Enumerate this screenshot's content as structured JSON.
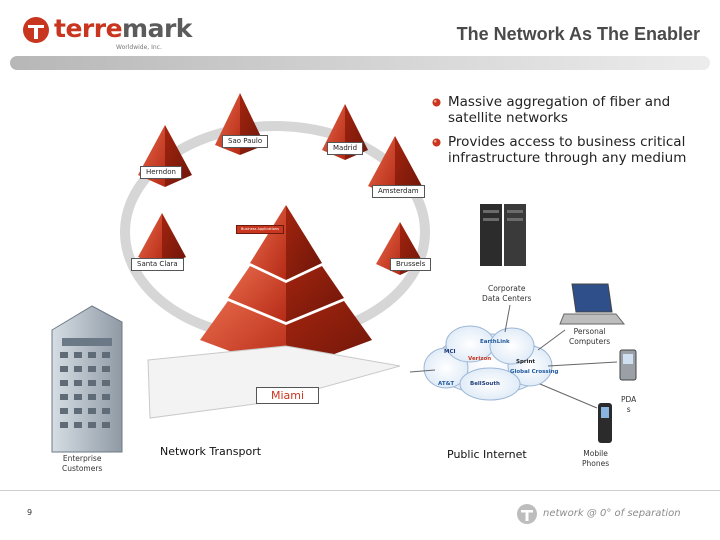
{
  "header": {
    "logo_text_red": "terre",
    "logo_text_grey": "mark",
    "logo_sub": "Worldwide, Inc.",
    "title": "The Network As The Enabler"
  },
  "bullets": [
    {
      "text": "Massive aggregation of fiber and satellite networks"
    },
    {
      "text": "Provides access to business critical infrastructure through any medium"
    }
  ],
  "diagram": {
    "cities": {
      "sao_paulo": "Sao Paulo",
      "madrid": "Madrid",
      "herndon": "Herndon",
      "amsterdam": "Amsterdam",
      "santa_clara": "Santa Clara",
      "brussels": "Brussels",
      "miami": "Miami"
    },
    "center_tag": "Business Applications",
    "nodes": {
      "corporate_data_centers": "Corporate\nData Centers",
      "personal_computers": "Personal\nComputers",
      "pda": "PDA\ns",
      "mobile_phones": "Mobile\nPhones",
      "enterprise_customers": "Enterprise\nCustomers"
    },
    "section_labels": {
      "network_transport": "Network Transport",
      "public_internet": "Public Internet"
    },
    "internet_brands": [
      "EarthLink",
      "MCI",
      "Sprint",
      "Global Crossing",
      "AT&T",
      "BellSouth",
      "Verizon"
    ]
  },
  "footer": {
    "page_number": "9",
    "tagline": "network @ 0° of separation"
  },
  "colors": {
    "brand_red": "#c8361f",
    "pyramid_dark": "#8c1d0e",
    "ring": "#d3d3d3",
    "cloud_blue": "#1f5a9e"
  }
}
